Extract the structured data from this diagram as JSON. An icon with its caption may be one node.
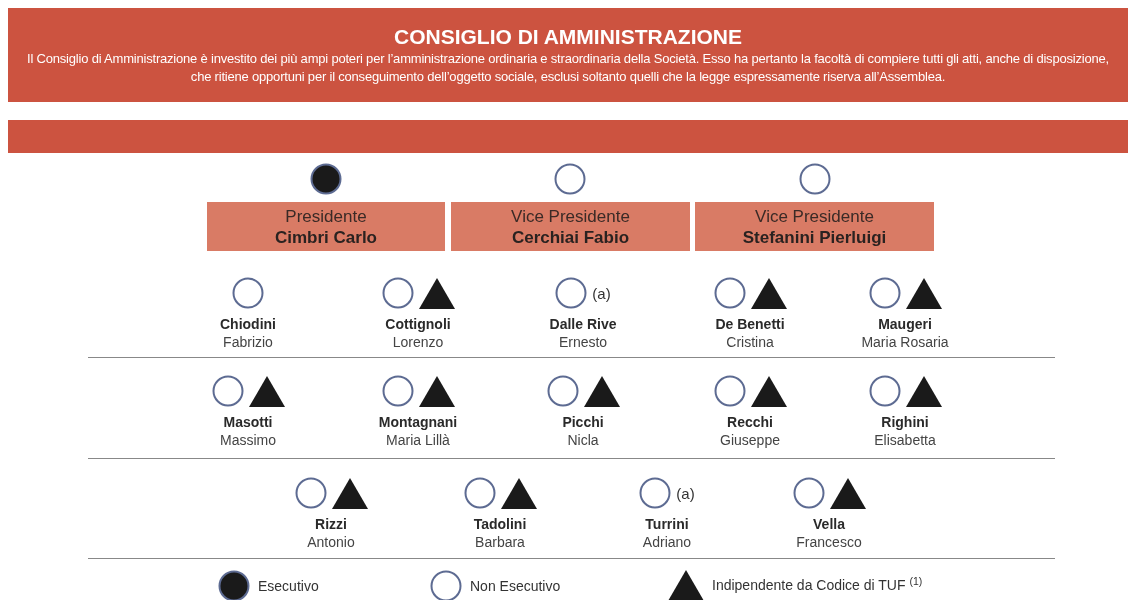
{
  "diagram": {
    "nodes": [
      {
        "text": [
          "CONSIGLIO DI AMMINISTRAZIONE",
          "Il Consiglio di Amministrazione è investito dei più ampi poteri per l’amministrazione ordinaria e straordinaria della Società. Esso ha pertanto la facoltà di compiere tutti gli atti, anche di disposizione, che ritiene opportuni per il conseguimento dell’oggetto sociale, esclusi soltanto quelli che la legge espressamente riserva all’Assemblea."
        ]
      },
      {
        "text": [],
        "shape": "bar"
      },
      {
        "text": [],
        "shape": "dot"
      },
      {
        "text": [],
        "shape": "circle"
      },
      {
        "text": [],
        "shape": "circle"
      },
      {
        "text": [
          "Presidente",
          "Cimbri Carlo"
        ]
      },
      {
        "text": [
          "Vice Presidente",
          "Cerchiai Fabio"
        ]
      },
      {
        "text": [
          "Vice Presidente",
          "Stefanini Pierluigi"
        ]
      },
      {
        "text": [],
        "shape": "circle",
        "beside": [
          "Chiodini",
          "Fabrizio"
        ]
      },
      {
        "text": [],
        "shape": "circle",
        "beside": [
          "Cottignoli",
          "Lorenzo"
        ]
      },
      {
        "text": [],
        "shape": "triangle"
      },
      {
        "text": [],
        "shape": "circle",
        "beside": [
          "Dalle Rive",
          "Ernesto"
        ]
      },
      {
        "text": [],
        "shape": "circle",
        "beside": [
          "De Benetti",
          "Cristina"
        ]
      },
      {
        "text": [],
        "shape": "triangle"
      },
      {
        "text": [],
        "shape": "circle",
        "beside": [
          "Maugeri",
          "Maria Rosaria"
        ]
      },
      {
        "text": [],
        "shape": "triangle"
      },
      {
        "text": [],
        "shape": "circle",
        "beside": [
          "Masotti",
          "Massimo"
        ]
      },
      {
        "text": [],
        "shape": "triangle"
      },
      {
        "text": [],
        "shape": "circle",
        "beside": [
          "Montagnani",
          "Maria Lillà"
        ]
      },
      {
        "text": [],
        "shape": "triangle"
      },
      {
        "text": [],
        "shape": "circle",
        "beside": [
          "Picchi",
          "Nicla"
        ]
      },
      {
        "text": [],
        "shape": "triangle"
      },
      {
        "text": [],
        "shape": "circle",
        "beside": [
          "Recchi",
          "Giuseppe"
        ]
      },
      {
        "text": [],
        "shape": "triangle"
      },
      {
        "text": [],
        "shape": "circle",
        "beside": [
          "Righini",
          "Elisabetta"
        ]
      },
      {
        "text": [],
        "shape": "triangle"
      },
      {
        "text": [],
        "shape": "circle",
        "beside": [
          "Rizzi",
          "Antonio"
        ]
      },
      {
        "text": [],
        "shape": "triangle"
      },
      {
        "text": [],
        "shape": "circle",
        "beside": [
          "Tadolini",
          "Barbara"
        ]
      },
      {
        "text": [],
        "shape": "triangle"
      },
      {
        "text": [],
        "shape": "circle",
        "beside": [
          "Turrini",
          "Adriano"
        ]
      },
      {
        "text": [],
        "shape": "circle",
        "beside": [
          "Vella",
          "Francesco"
        ]
      },
      {
        "text": [],
        "shape": "triangle"
      }
    ],
    "labels": [
      "(a)",
      "(a)"
    ],
    "legend": [
      {
        "text": "Esecutivo"
      },
      {
        "text": "Non Esecutivo"
      },
      {
        "text": "Indipendente da Codice di TUF $^{(1)}$"
      }
    ]
  }
}
